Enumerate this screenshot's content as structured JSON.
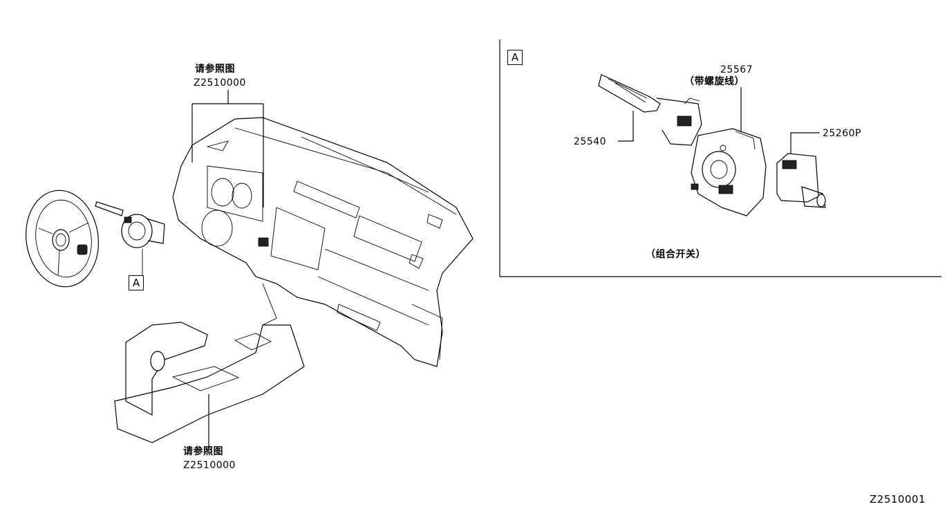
{
  "diagram_id": "Z2510001",
  "left": {
    "ref_top": {
      "label_cn": "请参照图",
      "code": "Z2510000"
    },
    "ref_bottom": {
      "label_cn": "请参照图",
      "code": "Z2510000"
    },
    "detail_marker": "A"
  },
  "detail": {
    "marker": "A",
    "parts": [
      {
        "number": "25567",
        "note": "（带螺旋线）"
      },
      {
        "number": "25540"
      },
      {
        "number": "25260P"
      }
    ],
    "caption": "（组合开关）"
  }
}
